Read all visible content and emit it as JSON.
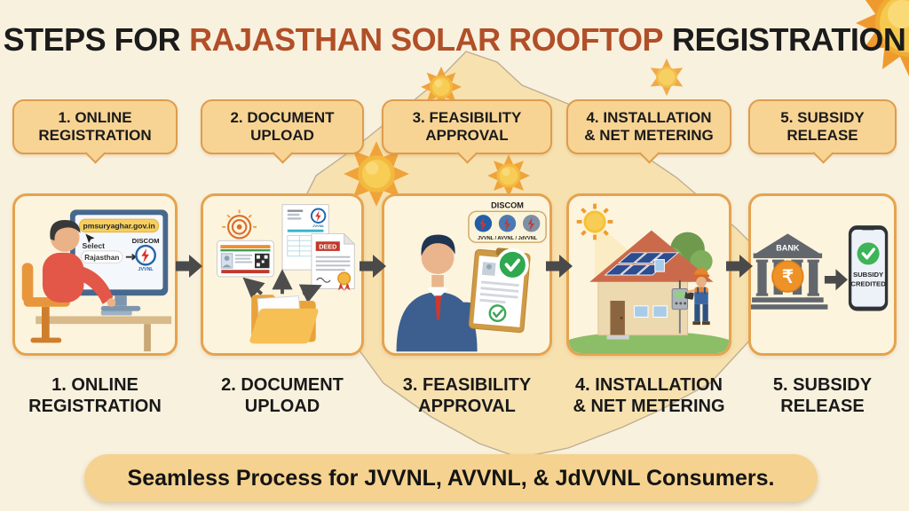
{
  "title": {
    "prefix": "STEPS FOR",
    "highlight": "RAJASTHAN SOLAR ROOFTOP",
    "suffix": "REGISTRATION"
  },
  "steps": [
    {
      "label": "1. ONLINE\nREGISTRATION"
    },
    {
      "label": "2. DOCUMENT\nUPLOAD"
    },
    {
      "label": "3. FEASIBILITY\nAPPROVAL"
    },
    {
      "label": "4. INSTALLATION\n& NET METERING"
    },
    {
      "label": "5. SUBSIDY\nRELEASE"
    }
  ],
  "panel1": {
    "url": "pmsuryaghar.gov.in",
    "select_label": "Select",
    "state": "Rajasthan",
    "discom_label": "DISCOM",
    "discom_name": "JVVNL"
  },
  "panel2": {
    "deed_label": "DEED",
    "bill_logo_label": "JVVNL"
  },
  "panel3": {
    "discom_label": "DISCOM",
    "discom_names": "JVVNL / AVVNL / JdVVNL"
  },
  "panel5": {
    "bank_label": "BANK",
    "rupee_symbol": "₹",
    "status_line1": "SUBSIDY",
    "status_line2": "CREDITED"
  },
  "footer": {
    "banner": "Seamless Process for JVVNL, AVVNL, & JdVVNL Consumers."
  },
  "colors": {
    "background": "#f8f1de",
    "accent_text": "#b14f28",
    "callout_fill": "#f8d494",
    "callout_border": "#de9c4e",
    "panel_border": "#e5a34f",
    "banner_fill": "#f5d28f",
    "flow_arrow": "#4a4a4a",
    "map_fill": "#f7e1ad",
    "check_green": "#3db457",
    "logo_blue": "#1e66ad",
    "rupee_orange": "#ee9227"
  }
}
